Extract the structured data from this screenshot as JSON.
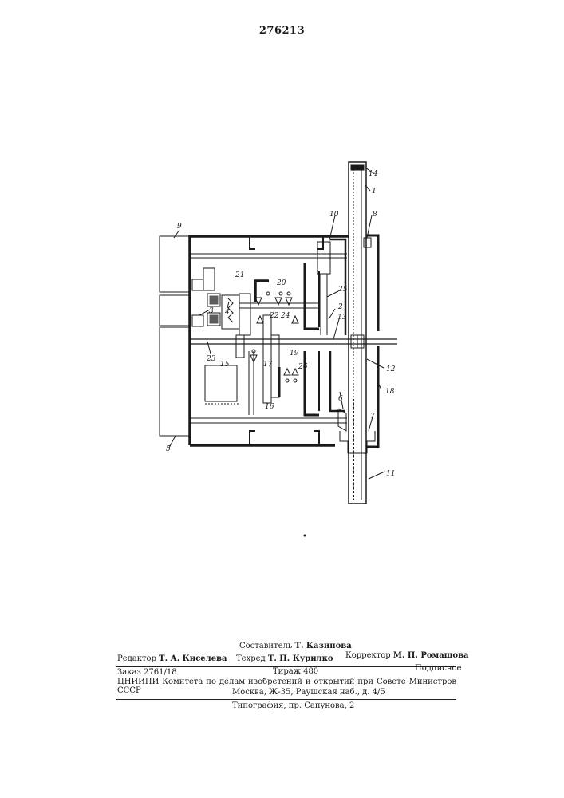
{
  "patent_number": "276213",
  "figure_labels": [
    "14",
    "1",
    "8",
    "9",
    "10",
    "20",
    "21",
    "25",
    "2",
    "22",
    "24",
    "13",
    "3",
    "4",
    "23",
    "19",
    "17",
    "26",
    "12",
    "15",
    "18",
    "16",
    "6",
    "7",
    "5",
    "11"
  ],
  "imprint": {
    "compiler_role": "Составитель",
    "compiler_name": "Т. Казинова",
    "editor_role": "Редактор",
    "editor_name": "Т. А. Киселева",
    "techred_role": "Техред",
    "techred_name": "Т. П. Курилко",
    "corrector_role": "Корректор",
    "corrector_name": "М. П. Ромашова",
    "order": "Заказ 2761/18",
    "circulation": "Тираж 480",
    "subscription": "Подписное",
    "institute": "ЦНИИПИ Комитета по делам изобретений и открытий при Совете Министров СССР",
    "address": "Москва, Ж-35, Раушская наб., д. 4/5",
    "printer": "Типография, пр. Сапунова, 2"
  }
}
